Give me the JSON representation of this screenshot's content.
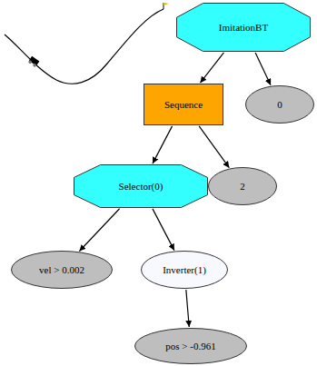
{
  "diagram": {
    "nodes": [
      {
        "text": [
          "ImitationBT"
        ]
      },
      {
        "text": [
          "Sequence"
        ]
      },
      {
        "text": [
          "0"
        ]
      },
      {
        "text": [
          "Selector(0)"
        ]
      },
      {
        "text": [
          "2"
        ]
      },
      {
        "text": [
          "vel > 0.002"
        ]
      },
      {
        "text": [
          "Inverter(1)"
        ]
      },
      {
        "text": [
          "pos > -0.961"
        ]
      }
    ],
    "edges": [
      {
        "from": 0,
        "to": 1,
        "arrow": "to"
      },
      {
        "from": 0,
        "to": 2,
        "arrow": "to"
      },
      {
        "from": 1,
        "to": 3,
        "arrow": "to"
      },
      {
        "from": 1,
        "to": 4,
        "arrow": "to"
      },
      {
        "from": 3,
        "to": 5,
        "arrow": "to"
      },
      {
        "from": 3,
        "to": 6,
        "arrow": "to"
      },
      {
        "from": 6,
        "to": 7,
        "arrow": "to"
      }
    ]
  }
}
